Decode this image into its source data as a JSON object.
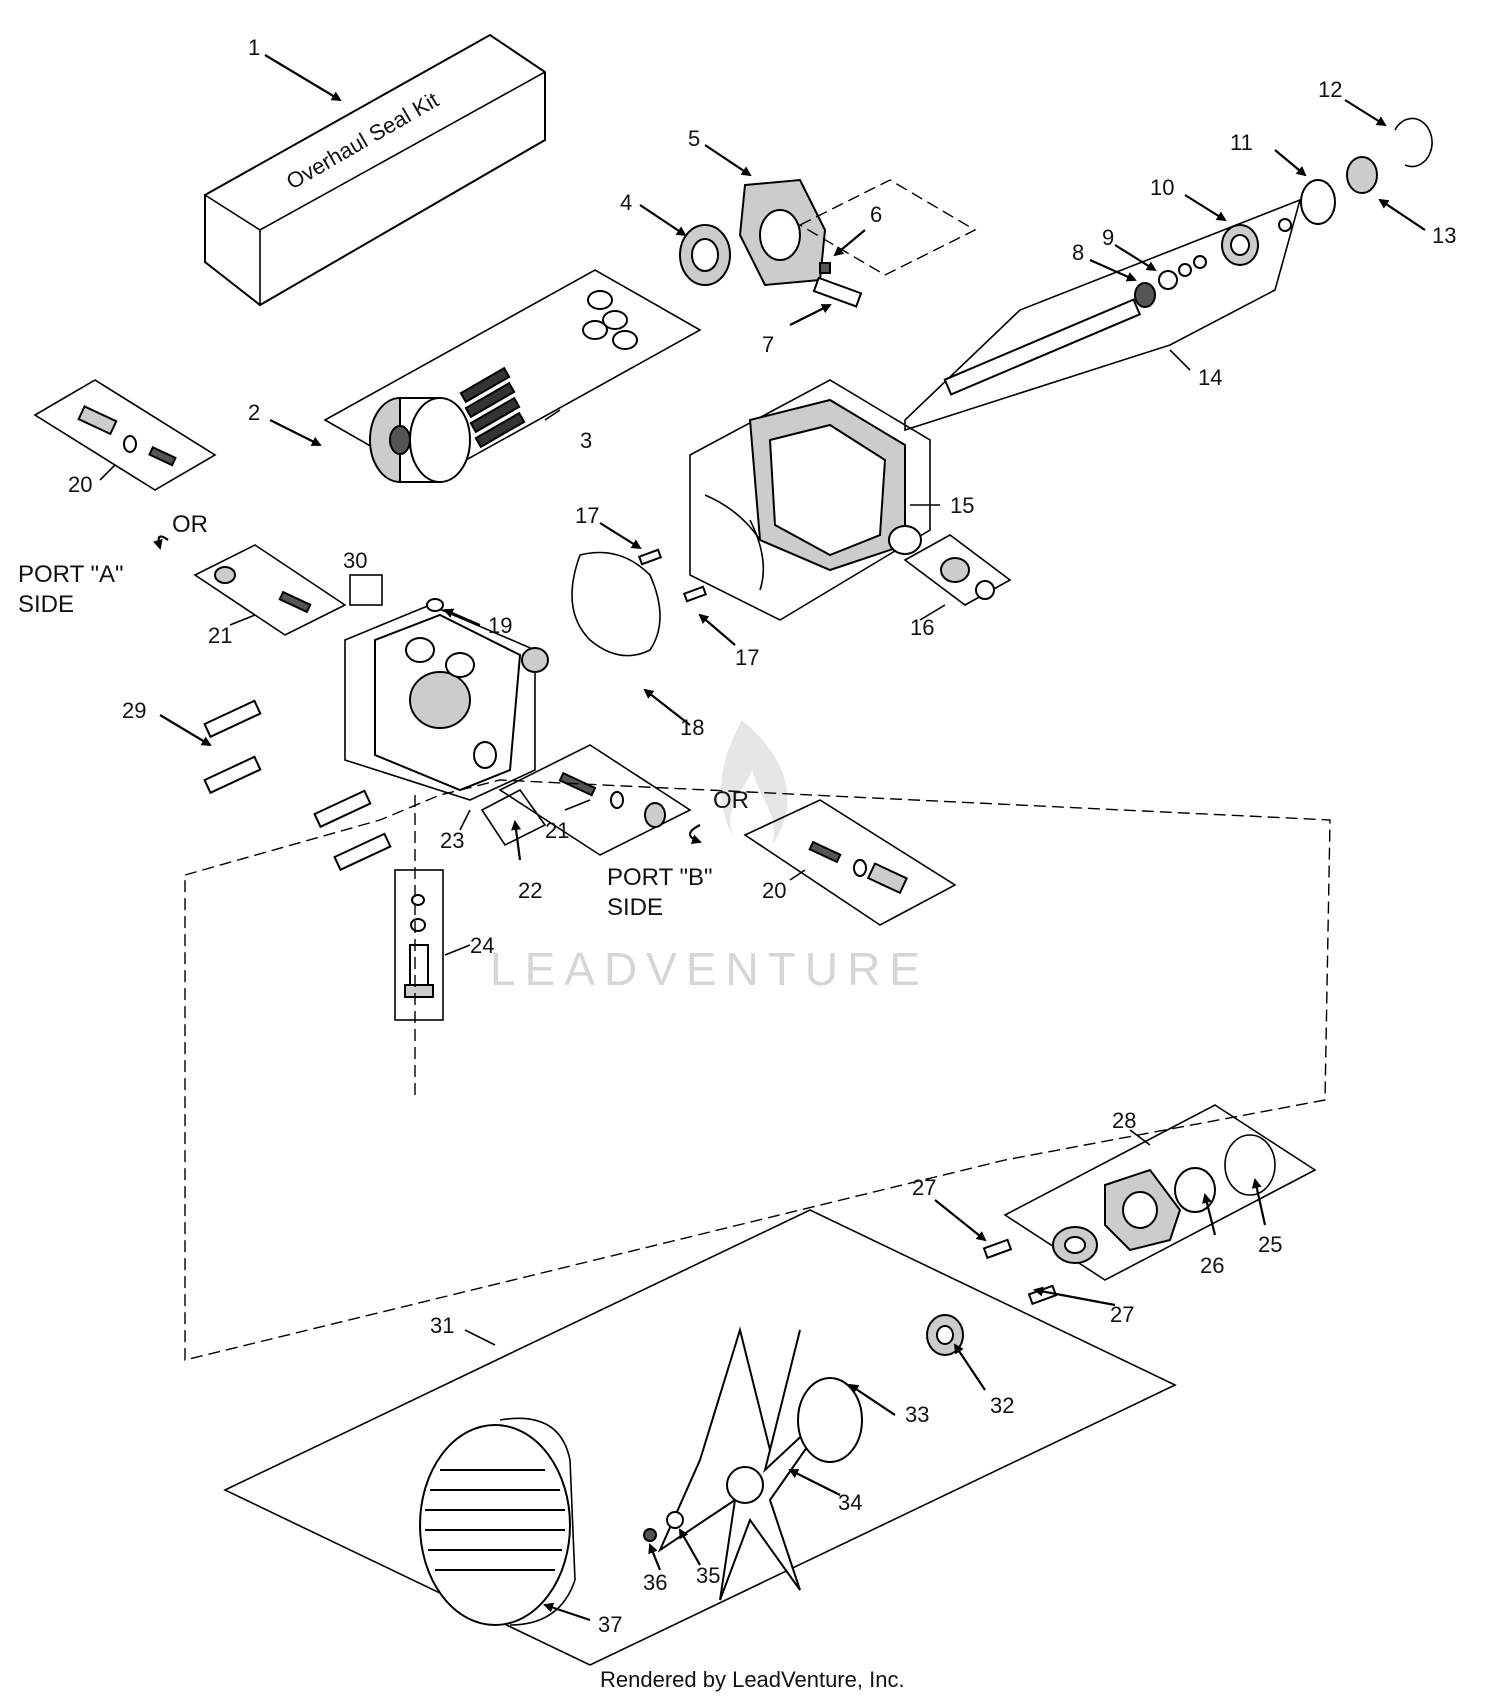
{
  "kit_box": {
    "label": "Overhaul Seal Kit"
  },
  "callouts": [
    {
      "id": "callout-1",
      "text": "1"
    },
    {
      "id": "callout-2",
      "text": "2"
    },
    {
      "id": "callout-3",
      "text": "3"
    },
    {
      "id": "callout-4",
      "text": "4"
    },
    {
      "id": "callout-5",
      "text": "5"
    },
    {
      "id": "callout-6",
      "text": "6"
    },
    {
      "id": "callout-7",
      "text": "7"
    },
    {
      "id": "callout-8",
      "text": "8"
    },
    {
      "id": "callout-9",
      "text": "9"
    },
    {
      "id": "callout-10",
      "text": "10"
    },
    {
      "id": "callout-11",
      "text": "11"
    },
    {
      "id": "callout-12",
      "text": "12"
    },
    {
      "id": "callout-13",
      "text": "13"
    },
    {
      "id": "callout-14",
      "text": "14"
    },
    {
      "id": "callout-15",
      "text": "15"
    },
    {
      "id": "callout-16",
      "text": "16"
    },
    {
      "id": "callout-17a",
      "text": "17"
    },
    {
      "id": "callout-17b",
      "text": "17"
    },
    {
      "id": "callout-18",
      "text": "18"
    },
    {
      "id": "callout-19",
      "text": "19"
    },
    {
      "id": "callout-20a",
      "text": "20"
    },
    {
      "id": "callout-20b",
      "text": "20"
    },
    {
      "id": "callout-21a",
      "text": "21"
    },
    {
      "id": "callout-21b",
      "text": "21"
    },
    {
      "id": "callout-22",
      "text": "22"
    },
    {
      "id": "callout-23",
      "text": "23"
    },
    {
      "id": "callout-24",
      "text": "24"
    },
    {
      "id": "callout-25",
      "text": "25"
    },
    {
      "id": "callout-26",
      "text": "26"
    },
    {
      "id": "callout-27a",
      "text": "27"
    },
    {
      "id": "callout-27b",
      "text": "27"
    },
    {
      "id": "callout-28",
      "text": "28"
    },
    {
      "id": "callout-29",
      "text": "29"
    },
    {
      "id": "callout-30",
      "text": "30"
    },
    {
      "id": "callout-31",
      "text": "31"
    },
    {
      "id": "callout-32",
      "text": "32"
    },
    {
      "id": "callout-33",
      "text": "33"
    },
    {
      "id": "callout-34",
      "text": "34"
    },
    {
      "id": "callout-35",
      "text": "35"
    },
    {
      "id": "callout-36",
      "text": "36"
    },
    {
      "id": "callout-37",
      "text": "37"
    }
  ],
  "port_a": {
    "line1": "PORT \"A\"",
    "line2": "SIDE",
    "or": "OR"
  },
  "port_b": {
    "line1": "PORT \"B\"",
    "line2": "SIDE",
    "or": "OR"
  },
  "watermark": "LEADVENTURE",
  "footer": "Rendered by LeadVenture, Inc."
}
